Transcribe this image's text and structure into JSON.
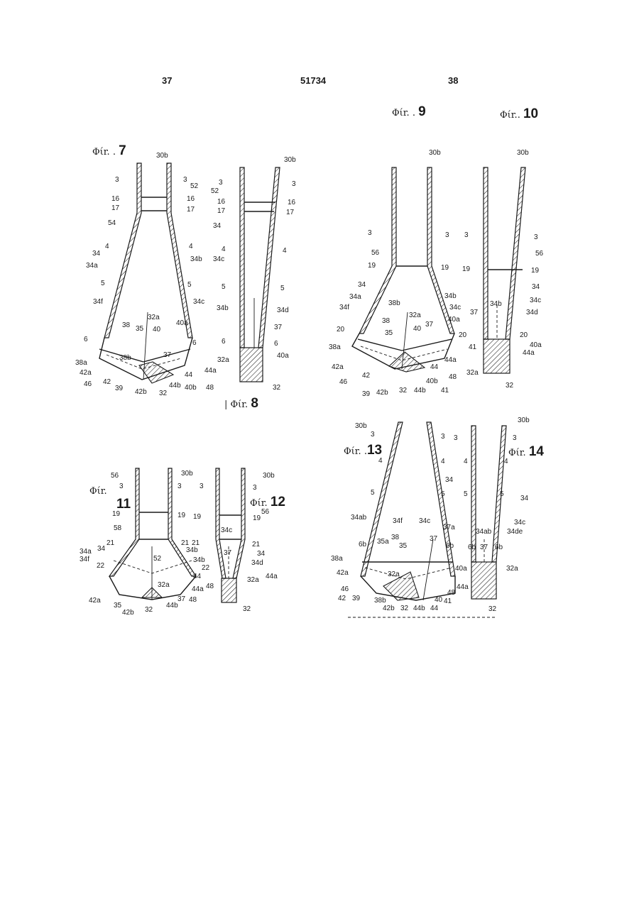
{
  "header": {
    "left_page": "37",
    "patent_number": "51734",
    "right_page": "38"
  },
  "figures": [
    {
      "id": "fig7",
      "prefix": "Φίr.",
      "number": "7"
    },
    {
      "id": "fig8",
      "prefix": "Φίr.",
      "number": "8"
    },
    {
      "id": "fig9",
      "prefix": "Φίr.",
      "number": "9"
    },
    {
      "id": "fig10",
      "prefix": "Φίr.",
      "number": "10"
    },
    {
      "id": "fig11",
      "prefix": "Φίr.",
      "number": "11"
    },
    {
      "id": "fig12",
      "prefix": "Φίr.",
      "number": "12"
    },
    {
      "id": "fig13",
      "prefix": "Φίr.",
      "number": "13"
    },
    {
      "id": "fig14",
      "prefix": "Φίr.",
      "number": "14"
    }
  ],
  "labels": {
    "fig7": [
      "30b",
      "3",
      "3",
      "52",
      "16",
      "16",
      "17",
      "17",
      "54",
      "34",
      "4",
      "4",
      "34a",
      "34b",
      "5",
      "5",
      "34f",
      "34c",
      "32a",
      "40a",
      "38",
      "35",
      "40",
      "6",
      "6",
      "37",
      "38a",
      "38b",
      "42a",
      "44",
      "44a",
      "46",
      "42",
      "39",
      "42b",
      "32",
      "44b",
      "40b",
      "48"
    ],
    "fig8": [
      "30b",
      "3",
      "3",
      "52",
      "16",
      "16",
      "17",
      "17",
      "34",
      "4",
      "4",
      "34c",
      "5",
      "5",
      "34b",
      "34d",
      "37",
      "6",
      "6",
      "32a",
      "40a",
      "32"
    ],
    "fig9": [
      "30b",
      "3",
      "3",
      "56",
      "19",
      "19",
      "34",
      "34a",
      "34b",
      "34f",
      "38b",
      "34c",
      "32a",
      "40a",
      "20",
      "38",
      "37",
      "40",
      "38a",
      "35",
      "42a",
      "42",
      "44",
      "44a",
      "46",
      "48",
      "39",
      "42b",
      "32",
      "44b",
      "41",
      "40b"
    ],
    "fig10": [
      "30b",
      "3",
      "3",
      "56",
      "19",
      "19",
      "34",
      "34c",
      "34b",
      "34d",
      "37",
      "20",
      "20",
      "40a",
      "41",
      "44a",
      "32a",
      "32"
    ],
    "fig11": [
      "56",
      "30b",
      "3",
      "3",
      "19",
      "19",
      "58",
      "21",
      "21",
      "34",
      "34b",
      "34a",
      "34f",
      "22",
      "52",
      "44",
      "32a",
      "44a",
      "42a",
      "35",
      "42b",
      "32",
      "44b",
      "37",
      "48"
    ],
    "fig12": [
      "30b",
      "3",
      "3",
      "56",
      "19",
      "19",
      "34c",
      "21",
      "21",
      "37",
      "34",
      "34b",
      "22",
      "48",
      "34d",
      "32a",
      "44a",
      "32"
    ],
    "fig13": [
      "30b",
      "3",
      "3",
      "4",
      "4",
      "34",
      "5",
      "5",
      "34ab",
      "34f",
      "34c",
      "37a",
      "38",
      "35a",
      "35",
      "37",
      "6b",
      "6b",
      "38a",
      "32a",
      "42a",
      "40a",
      "44a",
      "46",
      "42",
      "39",
      "38b",
      "48",
      "41",
      "42b",
      "32",
      "44b",
      "44",
      "40"
    ],
    "fig14": [
      "30b",
      "3",
      "3",
      "4",
      "4",
      "34",
      "5",
      "5",
      "34c",
      "34ab",
      "34de",
      "6b",
      "37",
      "6b",
      "32a",
      "32"
    ]
  }
}
